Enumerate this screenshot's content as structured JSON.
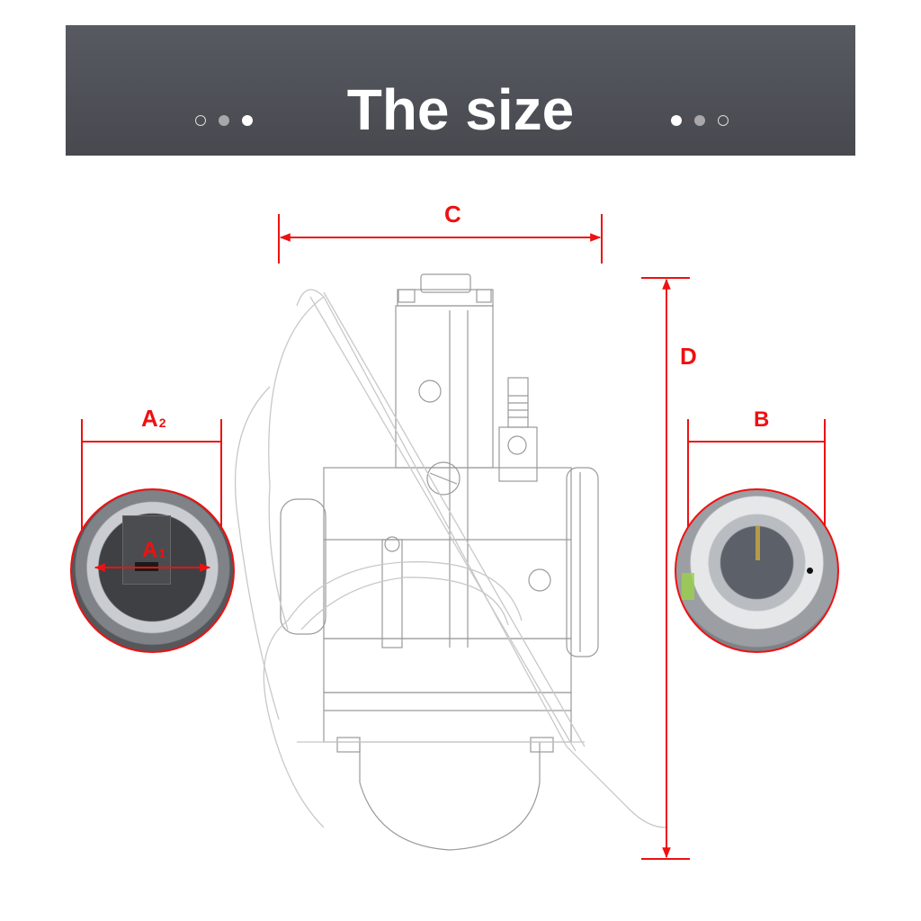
{
  "banner": {
    "title": "The size",
    "left_dots": [
      "outline",
      "grey",
      "white"
    ],
    "right_dots": [
      "white",
      "grey",
      "outline"
    ],
    "background": "#505359"
  },
  "diagram": {
    "subject": "carburetor sketch",
    "accent_color": "#ee1111",
    "dimensions": {
      "C": {
        "label": "C",
        "orientation": "horizontal",
        "description": "overall width"
      },
      "D": {
        "label": "D",
        "orientation": "vertical",
        "description": "overall height"
      },
      "A2": {
        "label": "A",
        "sub": "2",
        "orientation": "horizontal",
        "description": "outer inlet diameter"
      },
      "A1": {
        "label": "A",
        "sub": "1",
        "orientation": "horizontal",
        "description": "inner inlet diameter"
      },
      "B": {
        "label": "B",
        "orientation": "horizontal",
        "description": "outlet bell diameter"
      }
    },
    "insets": [
      {
        "name": "inlet-closeup",
        "dims": [
          "A2",
          "A1"
        ]
      },
      {
        "name": "outlet-closeup",
        "dims": [
          "B"
        ]
      }
    ]
  }
}
